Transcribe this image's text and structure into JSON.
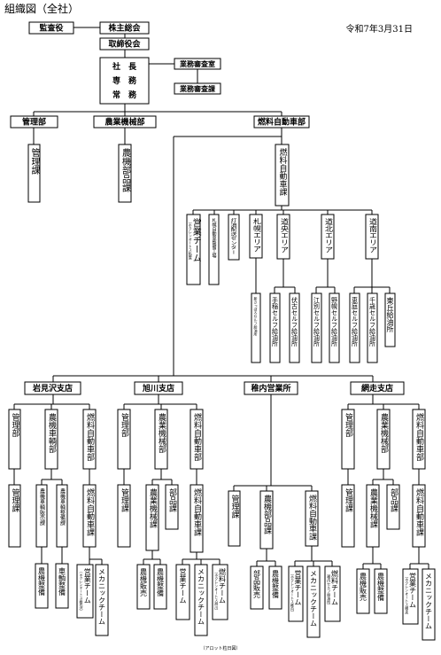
{
  "header": {
    "title": "組織図（全社）",
    "date": "令和7年3月31日"
  },
  "footer": {
    "note": "（アロット粒日図）"
  },
  "nodes": {
    "kansayaku": "監査役",
    "kabunushi": "株主総会",
    "torishimari": "取締役会",
    "shacho_l1": "社　長",
    "shacho_l2": "専　務",
    "shacho_l3": "常　務",
    "gyomu_shinsa_shitsu": "業務審査室",
    "gyomu_shinsa_ka": "業務審査課",
    "kanri_bu": "管理部",
    "nogyo_kikai_bu": "農業機械部",
    "nenryo_jidosha_bu": "燃料自動車部",
    "kanri_ka": "管理課",
    "noki_buhin_ka": "農機部品課",
    "nenryo_jidosha_ka": "燃料自動車課",
    "eigyo_team": "営業チーム",
    "eigyo_team_sub": "（ホクレンオートス私管）",
    "sapporo_seibi": "札幌自動車整備工場",
    "ekiho_center": "灯油配送センター",
    "sapporo_area": "札幌エリア",
    "doou_area": "道央エリア",
    "dohoku_area": "道北エリア",
    "donan_area": "道南エリア",
    "shin_sapporo": "新さっぽろセルフ給油所",
    "teine_self": "手稲セルフ給油所",
    "fushiko_self": "伏古セルフ給油所",
    "ebetsu_self": "江別セルフ給油所",
    "nopporo_self": "野幌セルフ給油所",
    "eniwa_self": "恵庭セルフ給油所",
    "chitose_self": "千歳セルフ給油所",
    "higashioka": "東丘給油所",
    "iwamizawa": "岩見沢支店",
    "asahikawa": "旭川支店",
    "wakkanai": "稚内営業所",
    "abashiri": "網走支店",
    "i_kanri_bu": "管理部",
    "i_noki_bu": "農機車輌部",
    "i_nenryo_bu": "燃料自動車部",
    "i_kanri_ka": "管理課",
    "i_noki_hanbai": "農機車輌販売課",
    "i_noki_seibi": "農機車輌整備課",
    "i_nenryo_ka": "燃料自動車課",
    "i_noki_seibi_1": "農機整備",
    "i_sharyo_seibi": "車輌整備",
    "i_eigyo_team": "営業チーム",
    "i_eigyo_sub": "（ホクレンオートス岩見沢）",
    "i_mech_team": "メカニックチーム",
    "a_kanri_bu": "管理部",
    "a_noki_bu": "農業機械部",
    "a_nenryo_bu": "燃料自動車部",
    "a_kanri_ka": "管理課",
    "a_noki_ka": "農業機械課",
    "a_buhin_ka": "部品課",
    "a_nenryo_ka": "燃料自動車課",
    "a_hanbai": "農機販売",
    "a_seibi": "農機整備",
    "a_eigyo_team": "営業チーム",
    "a_mech_team": "メカニックチーム",
    "a_nenryo_team": "燃料チーム",
    "a_nenryo_sub": "（ホクレンオートス旭川）",
    "w_kanri_ka": "管理課",
    "w_buhin_ka": "農機部品課",
    "w_nenryo_ka": "燃料自動車課",
    "w_buhin_hanbai": "部品販売",
    "w_noki_seibi": "農機整備",
    "w_eigyo_team": "営業チーム",
    "w_eigyo_sub": "（ホクレンオートス稚内）",
    "w_mech_team": "メカニックチーム",
    "w_nenryo_team": "燃料チーム",
    "w_nenryo_sub": "（稚内セルフ給油所）",
    "b_kanri_bu": "管理部",
    "b_noki_bu": "農業機械部",
    "b_nenryo_bu": "燃料自動車部",
    "b_kanri_ka": "管理課",
    "b_noki_ka": "農業機械課",
    "b_buhin_ka": "部品課",
    "b_nenryo_ka": "燃料自動車課",
    "b_hanbai": "農機販売",
    "b_seibi": "農機整備",
    "b_eigyo_team": "営業チーム",
    "b_eigyo_sub": "（ホクレンオートス網走）",
    "b_mech_team": "メカニックチーム"
  }
}
